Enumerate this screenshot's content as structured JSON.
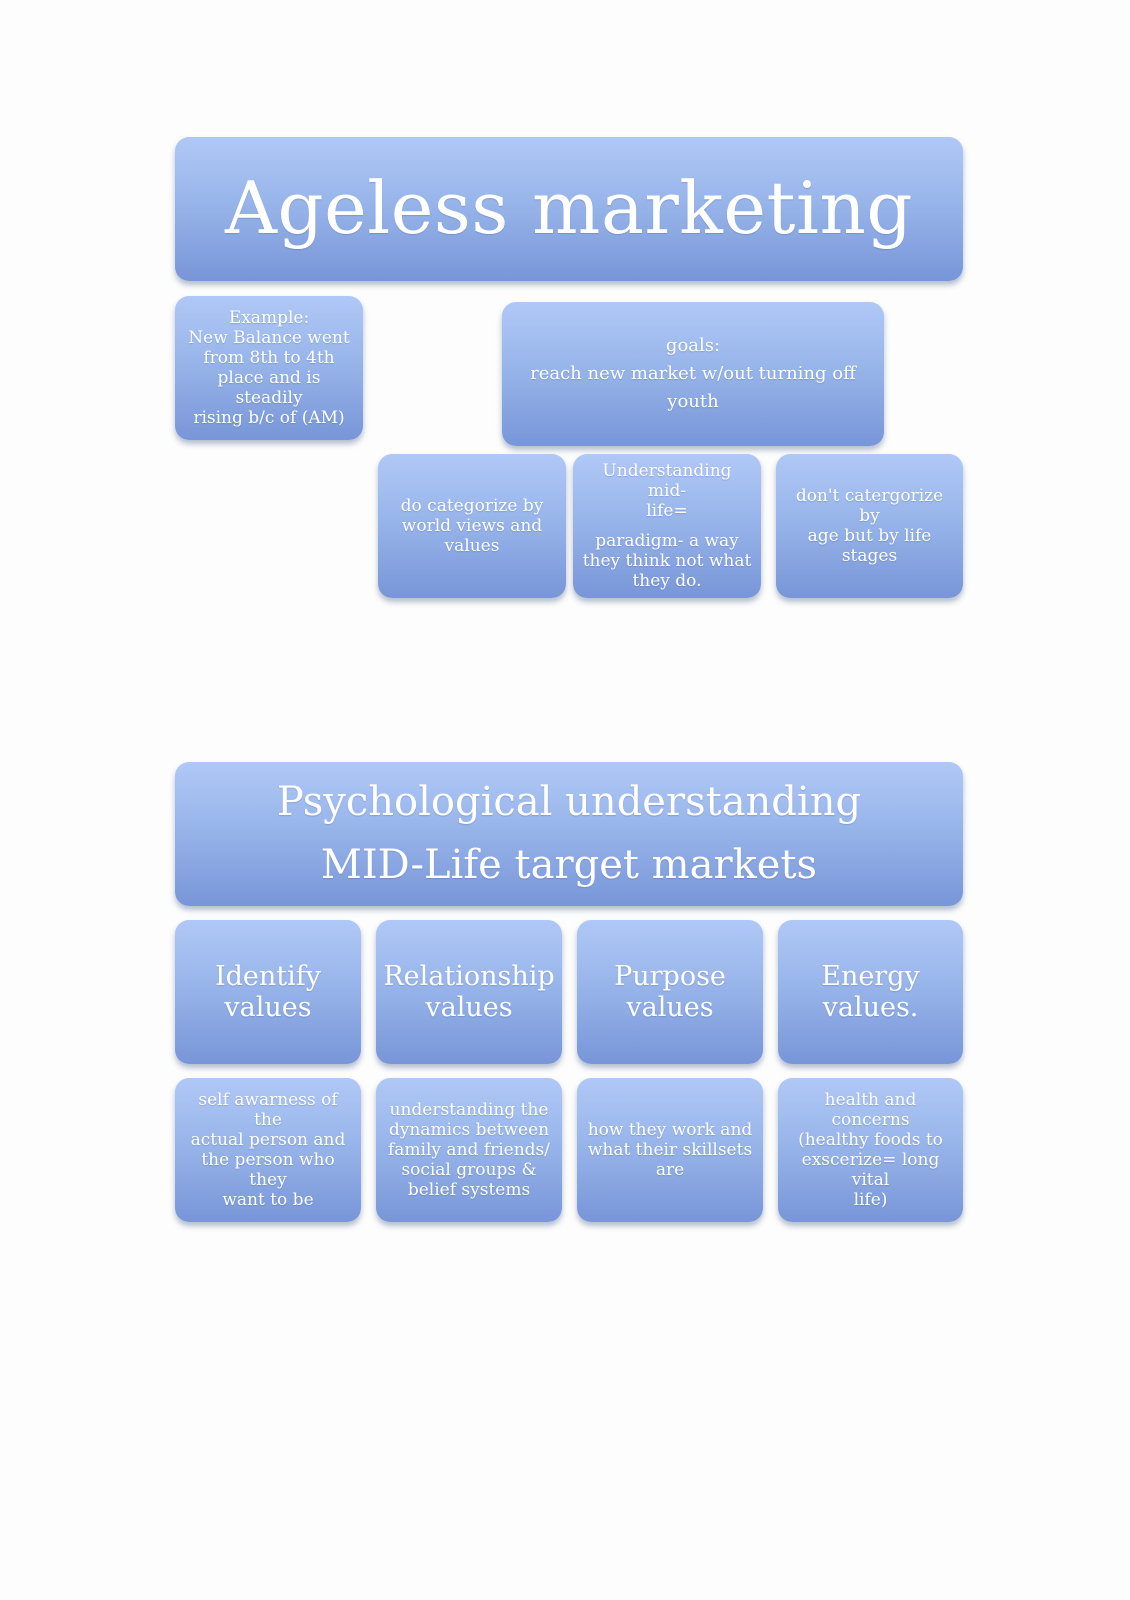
{
  "diagram1": {
    "title": "Ageless marketing",
    "example": {
      "lines": [
        "Example:",
        "New Balance went",
        "from 8th to 4th",
        "place and is steadily",
        "rising b/c of (AM)"
      ]
    },
    "goals": {
      "lines": [
        "goals:",
        "reach new market w/out turning off youth"
      ]
    },
    "categorize": {
      "lines": [
        "do categorize by",
        "world views and",
        "values"
      ]
    },
    "understanding": {
      "lines": [
        "Understanding mid-",
        "life="
      ],
      "lines2": [
        "paradigm- a way",
        "they think not what",
        "they do."
      ]
    },
    "dont_categorize": {
      "lines": [
        "don't catergorize by",
        "age but by life stages"
      ]
    }
  },
  "diagram2": {
    "title_line1": "Psychological understanding",
    "title_line2": "MID-Life target markets",
    "headers": [
      {
        "line1": "Identify",
        "line2": "values"
      },
      {
        "line1": "Relationship",
        "line2": "values"
      },
      {
        "line1": "Purpose",
        "line2": "values"
      },
      {
        "line1": "Energy",
        "line2": "values."
      }
    ],
    "details": [
      {
        "lines": [
          "self awarness of the",
          "actual person and",
          "the person who they",
          "want to be"
        ]
      },
      {
        "lines": [
          "understanding the",
          "dynamics between",
          "family and friends/",
          "social groups &",
          "belief systems"
        ]
      },
      {
        "lines": [
          "how they work and",
          "what their skillsets",
          "are"
        ]
      },
      {
        "lines": [
          "health and concerns",
          "(healthy foods to",
          "exscerize= long vital",
          "life)"
        ]
      }
    ]
  },
  "colors": {
    "box_top": "#b0c8f6",
    "box_bottom": "#7896d8",
    "text": "#ffffff"
  }
}
